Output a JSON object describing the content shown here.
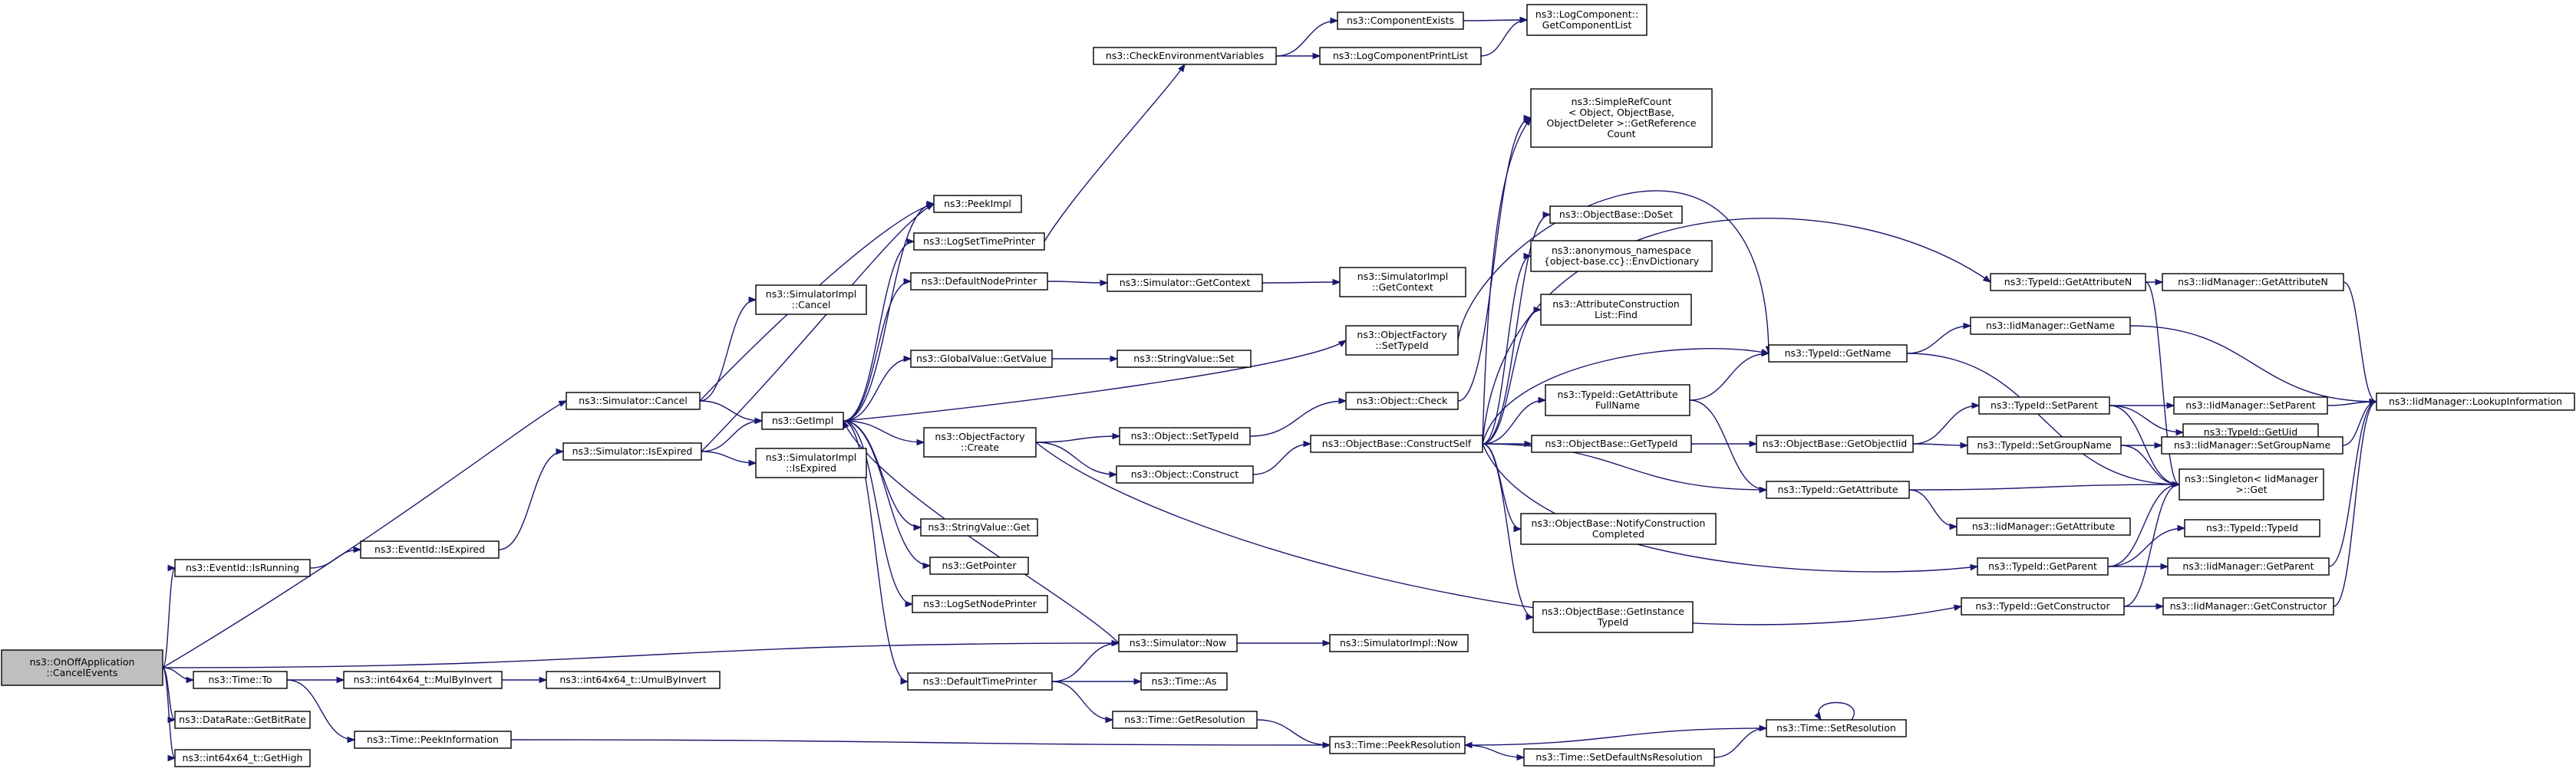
{
  "diagram": {
    "colors": {
      "edge": "#191970",
      "node_border": "#000000",
      "node_fill": "#ffffff",
      "root_fill": "#bfbfbf",
      "background": "#ffffff"
    },
    "nodes": [
      {
        "id": "root",
        "lines": [
          "ns3::OnOffApplication",
          "::CancelEvents"
        ]
      },
      {
        "id": "sim_now",
        "lines": [
          "ns3::Simulator::Now"
        ]
      },
      {
        "id": "simimpl_now",
        "lines": [
          "ns3::SimulatorImpl::Now"
        ]
      },
      {
        "id": "getimpl",
        "lines": [
          "ns3::GetImpl"
        ]
      },
      {
        "id": "sim_cancel",
        "lines": [
          "ns3::Simulator::Cancel"
        ]
      },
      {
        "id": "sim_isexpired",
        "lines": [
          "ns3::Simulator::IsExpired"
        ]
      },
      {
        "id": "simimpl_cancel",
        "lines": [
          "ns3::SimulatorImpl",
          "::Cancel"
        ]
      },
      {
        "id": "simimpl_isexpired",
        "lines": [
          "ns3::SimulatorImpl",
          "::IsExpired"
        ]
      },
      {
        "id": "eventid_isrunning",
        "lines": [
          "ns3::EventId::IsRunning"
        ]
      },
      {
        "id": "eventid_isexpired",
        "lines": [
          "ns3::EventId::IsExpired"
        ]
      },
      {
        "id": "time_to",
        "lines": [
          "ns3::Time::To"
        ]
      },
      {
        "id": "datarate_getbitrate",
        "lines": [
          "ns3::DataRate::GetBitRate"
        ]
      },
      {
        "id": "int64_gethigh",
        "lines": [
          "ns3::int64x64_t::GetHigh"
        ]
      },
      {
        "id": "int64_mulbyinvert",
        "lines": [
          "ns3::int64x64_t::MulByInvert"
        ]
      },
      {
        "id": "int64_umulbyinvert",
        "lines": [
          "ns3::int64x64_t::UmulByInvert"
        ]
      },
      {
        "id": "time_peekinfo",
        "lines": [
          "ns3::Time::PeekInformation"
        ]
      },
      {
        "id": "peekimpl",
        "lines": [
          "ns3::PeekImpl"
        ]
      },
      {
        "id": "logsettimeprinter",
        "lines": [
          "ns3::LogSetTimePrinter"
        ]
      },
      {
        "id": "defaultnodeprinter",
        "lines": [
          "ns3::DefaultNodePrinter"
        ]
      },
      {
        "id": "globalvalue_getvalue",
        "lines": [
          "ns3::GlobalValue::GetValue"
        ]
      },
      {
        "id": "objfactory_create",
        "lines": [
          "ns3::ObjectFactory",
          "::Create"
        ]
      },
      {
        "id": "stringvalue_get",
        "lines": [
          "ns3::StringValue::Get"
        ]
      },
      {
        "id": "getpointer",
        "lines": [
          "ns3::GetPointer"
        ]
      },
      {
        "id": "logsetnodeprinter",
        "lines": [
          "ns3::LogSetNodePrinter"
        ]
      },
      {
        "id": "defaulttimeprinter",
        "lines": [
          "ns3::DefaultTimePrinter"
        ]
      },
      {
        "id": "checkenv",
        "lines": [
          "ns3::CheckEnvironmentVariables"
        ]
      },
      {
        "id": "componentexists",
        "lines": [
          "ns3::ComponentExists"
        ]
      },
      {
        "id": "logcomponentprintlist",
        "lines": [
          "ns3::LogComponentPrintList"
        ]
      },
      {
        "id": "logcomp_getlist",
        "lines": [
          "ns3::LogComponent::",
          "GetComponentList"
        ]
      },
      {
        "id": "sim_getcontext",
        "lines": [
          "ns3::Simulator::GetContext"
        ]
      },
      {
        "id": "simimpl_getcontext",
        "lines": [
          "ns3::SimulatorImpl",
          "::GetContext"
        ]
      },
      {
        "id": "stringvalue_set",
        "lines": [
          "ns3::StringValue::Set"
        ]
      },
      {
        "id": "objfactory_settypeid",
        "lines": [
          "ns3::ObjectFactory",
          "::SetTypeId"
        ]
      },
      {
        "id": "object_check",
        "lines": [
          "ns3::Object::Check"
        ]
      },
      {
        "id": "object_settypeid",
        "lines": [
          "ns3::Object::SetTypeId"
        ]
      },
      {
        "id": "object_construct",
        "lines": [
          "ns3::Object::Construct"
        ]
      },
      {
        "id": "time_as",
        "lines": [
          "ns3::Time::As"
        ]
      },
      {
        "id": "time_getresolution",
        "lines": [
          "ns3::Time::GetResolution"
        ]
      },
      {
        "id": "time_peekresolution",
        "lines": [
          "ns3::Time::PeekResolution"
        ]
      },
      {
        "id": "time_setdefaultns",
        "lines": [
          "ns3::Time::SetDefaultNsResolution"
        ]
      },
      {
        "id": "time_setresolution",
        "lines": [
          "ns3::Time::SetResolution"
        ]
      },
      {
        "id": "objbase_constructself",
        "lines": [
          "ns3::ObjectBase::ConstructSelf"
        ]
      },
      {
        "id": "simplerefcount",
        "lines": [
          "ns3::SimpleRefCount",
          "< Object, ObjectBase,",
          "ObjectDeleter >::GetReference",
          "Count"
        ]
      },
      {
        "id": "objbase_doset",
        "lines": [
          "ns3::ObjectBase::DoSet"
        ]
      },
      {
        "id": "anon_envdict",
        "lines": [
          "ns3::anonymous_namespace",
          "{object-base.cc}::EnvDictionary"
        ]
      },
      {
        "id": "attrconstr_find",
        "lines": [
          "ns3::AttributeConstruction",
          "List::Find"
        ]
      },
      {
        "id": "typeid_getattrfullname",
        "lines": [
          "ns3::TypeId::GetAttribute",
          "FullName"
        ]
      },
      {
        "id": "objbase_gettypeid",
        "lines": [
          "ns3::ObjectBase::GetTypeId"
        ]
      },
      {
        "id": "objbase_notify",
        "lines": [
          "ns3::ObjectBase::NotifyConstruction",
          "Completed"
        ]
      },
      {
        "id": "objbase_getinstance",
        "lines": [
          "ns3::ObjectBase::GetInstance",
          "TypeId"
        ]
      },
      {
        "id": "typeid_getname",
        "lines": [
          "ns3::TypeId::GetName"
        ]
      },
      {
        "id": "typeid_getattributen",
        "lines": [
          "ns3::TypeId::GetAttributeN"
        ]
      },
      {
        "id": "typeid_getattribute",
        "lines": [
          "ns3::TypeId::GetAttribute"
        ]
      },
      {
        "id": "objbase_getobjectiid",
        "lines": [
          "ns3::ObjectBase::GetObjectIid"
        ]
      },
      {
        "id": "typeid_setparent",
        "lines": [
          "ns3::TypeId::SetParent"
        ]
      },
      {
        "id": "typeid_setgroupname",
        "lines": [
          "ns3::TypeId::SetGroupName"
        ]
      },
      {
        "id": "typeid_getparent",
        "lines": [
          "ns3::TypeId::GetParent"
        ]
      },
      {
        "id": "typeid_getconstructor",
        "lines": [
          "ns3::TypeId::GetConstructor"
        ]
      },
      {
        "id": "iid_getattributen",
        "lines": [
          "ns3::IidManager::GetAttributeN"
        ]
      },
      {
        "id": "iid_getname",
        "lines": [
          "ns3::IidManager::GetName"
        ]
      },
      {
        "id": "iid_setparent",
        "lines": [
          "ns3::IidManager::SetParent"
        ]
      },
      {
        "id": "typeid_getuid",
        "lines": [
          "ns3::TypeId::GetUid"
        ]
      },
      {
        "id": "iid_setgroupname",
        "lines": [
          "ns3::IidManager::SetGroupName"
        ]
      },
      {
        "id": "singleton_get",
        "lines": [
          "ns3::Singleton< IidManager",
          ">::Get"
        ]
      },
      {
        "id": "iid_getattribute",
        "lines": [
          "ns3::IidManager::GetAttribute"
        ]
      },
      {
        "id": "typeid_typeid",
        "lines": [
          "ns3::TypeId::TypeId"
        ]
      },
      {
        "id": "iid_getparent",
        "lines": [
          "ns3::IidManager::GetParent"
        ]
      },
      {
        "id": "iid_getconstructor",
        "lines": [
          "ns3::IidManager::GetConstructor"
        ]
      },
      {
        "id": "iid_lookupinfo",
        "lines": [
          "ns3::IidManager::LookupInformation"
        ]
      }
    ]
  }
}
